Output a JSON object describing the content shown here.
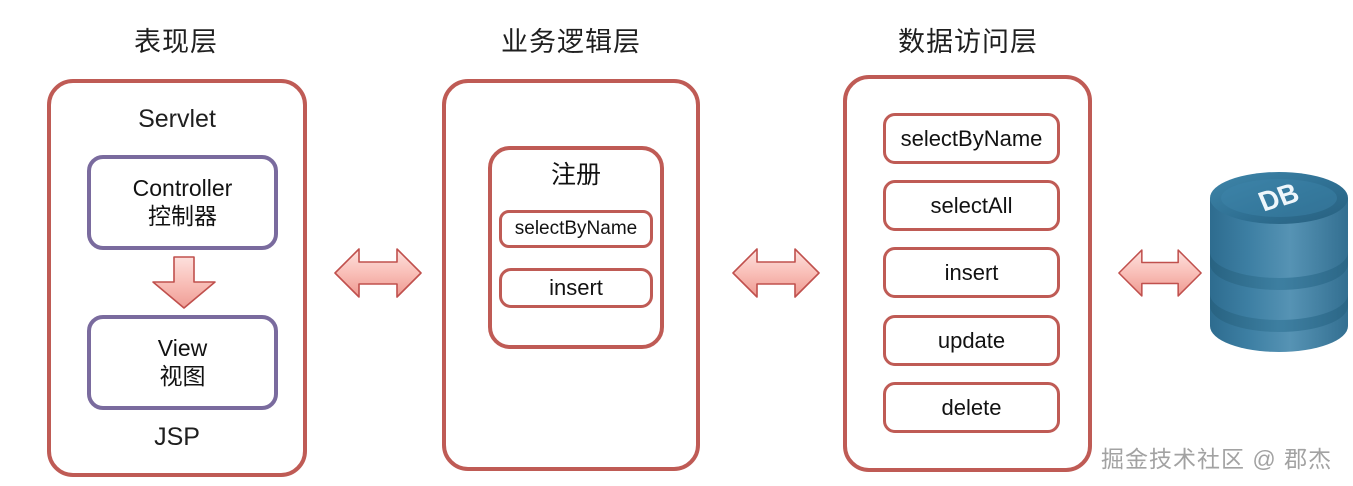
{
  "diagram": {
    "title_hidden": "",
    "columns": [
      {
        "id": "presentation",
        "header": "表现层",
        "top_label": "Servlet",
        "bottom_label": "JSP",
        "boxes": [
          {
            "line1": "Controller",
            "line2": "控制器"
          },
          {
            "line1": "View",
            "line2": "视图"
          }
        ]
      },
      {
        "id": "business-logic",
        "header": "业务逻辑层",
        "group_title": "注册",
        "methods": [
          "selectByName",
          "insert"
        ]
      },
      {
        "id": "data-access",
        "header": "数据访问层",
        "methods": [
          "selectByName",
          "selectAll",
          "insert",
          "update",
          "delete"
        ]
      }
    ],
    "database": {
      "label": "DB"
    },
    "arrows": {
      "down_arrow_name": "controller-to-view-arrow",
      "bidirectional_1": "presentation-to-business-arrow",
      "bidirectional_2": "business-to-data-arrow",
      "bidirectional_3": "data-to-database-arrow"
    },
    "watermark": "掘金技术社区 @ 郡杰",
    "colors": {
      "layer_border": "#bf5b55",
      "inner_purple": "#7a6b9e",
      "arrow_fill_light": "#fbd5d2",
      "arrow_fill_dark": "#f09a92",
      "arrow_stroke": "#c0504d",
      "db_blue_light": "#4e8ab0",
      "db_blue_dark": "#2e6e93",
      "text": "#1f1f1f",
      "watermark": "#9b9b9b"
    }
  }
}
